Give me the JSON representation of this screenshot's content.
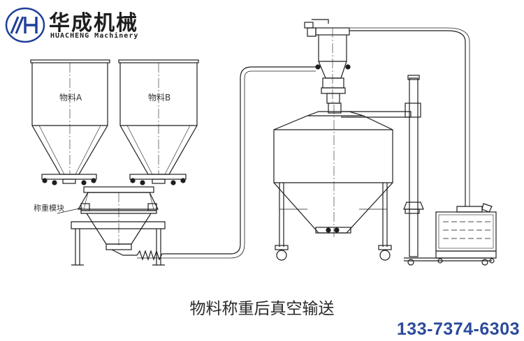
{
  "brand": {
    "logo_letters": "//H",
    "name_cn": "华成机械",
    "name_en": "HUACHENG Machinery",
    "accent_color": "#1f3f9a"
  },
  "diagram": {
    "hopper_a_label": "物料A",
    "hopper_b_label": "物料B",
    "weighing_label": "称重模块"
  },
  "footer": {
    "caption": "物料称重后真空输送",
    "phone": "133-7374-6303",
    "phone_color": "#2b4a9a"
  }
}
